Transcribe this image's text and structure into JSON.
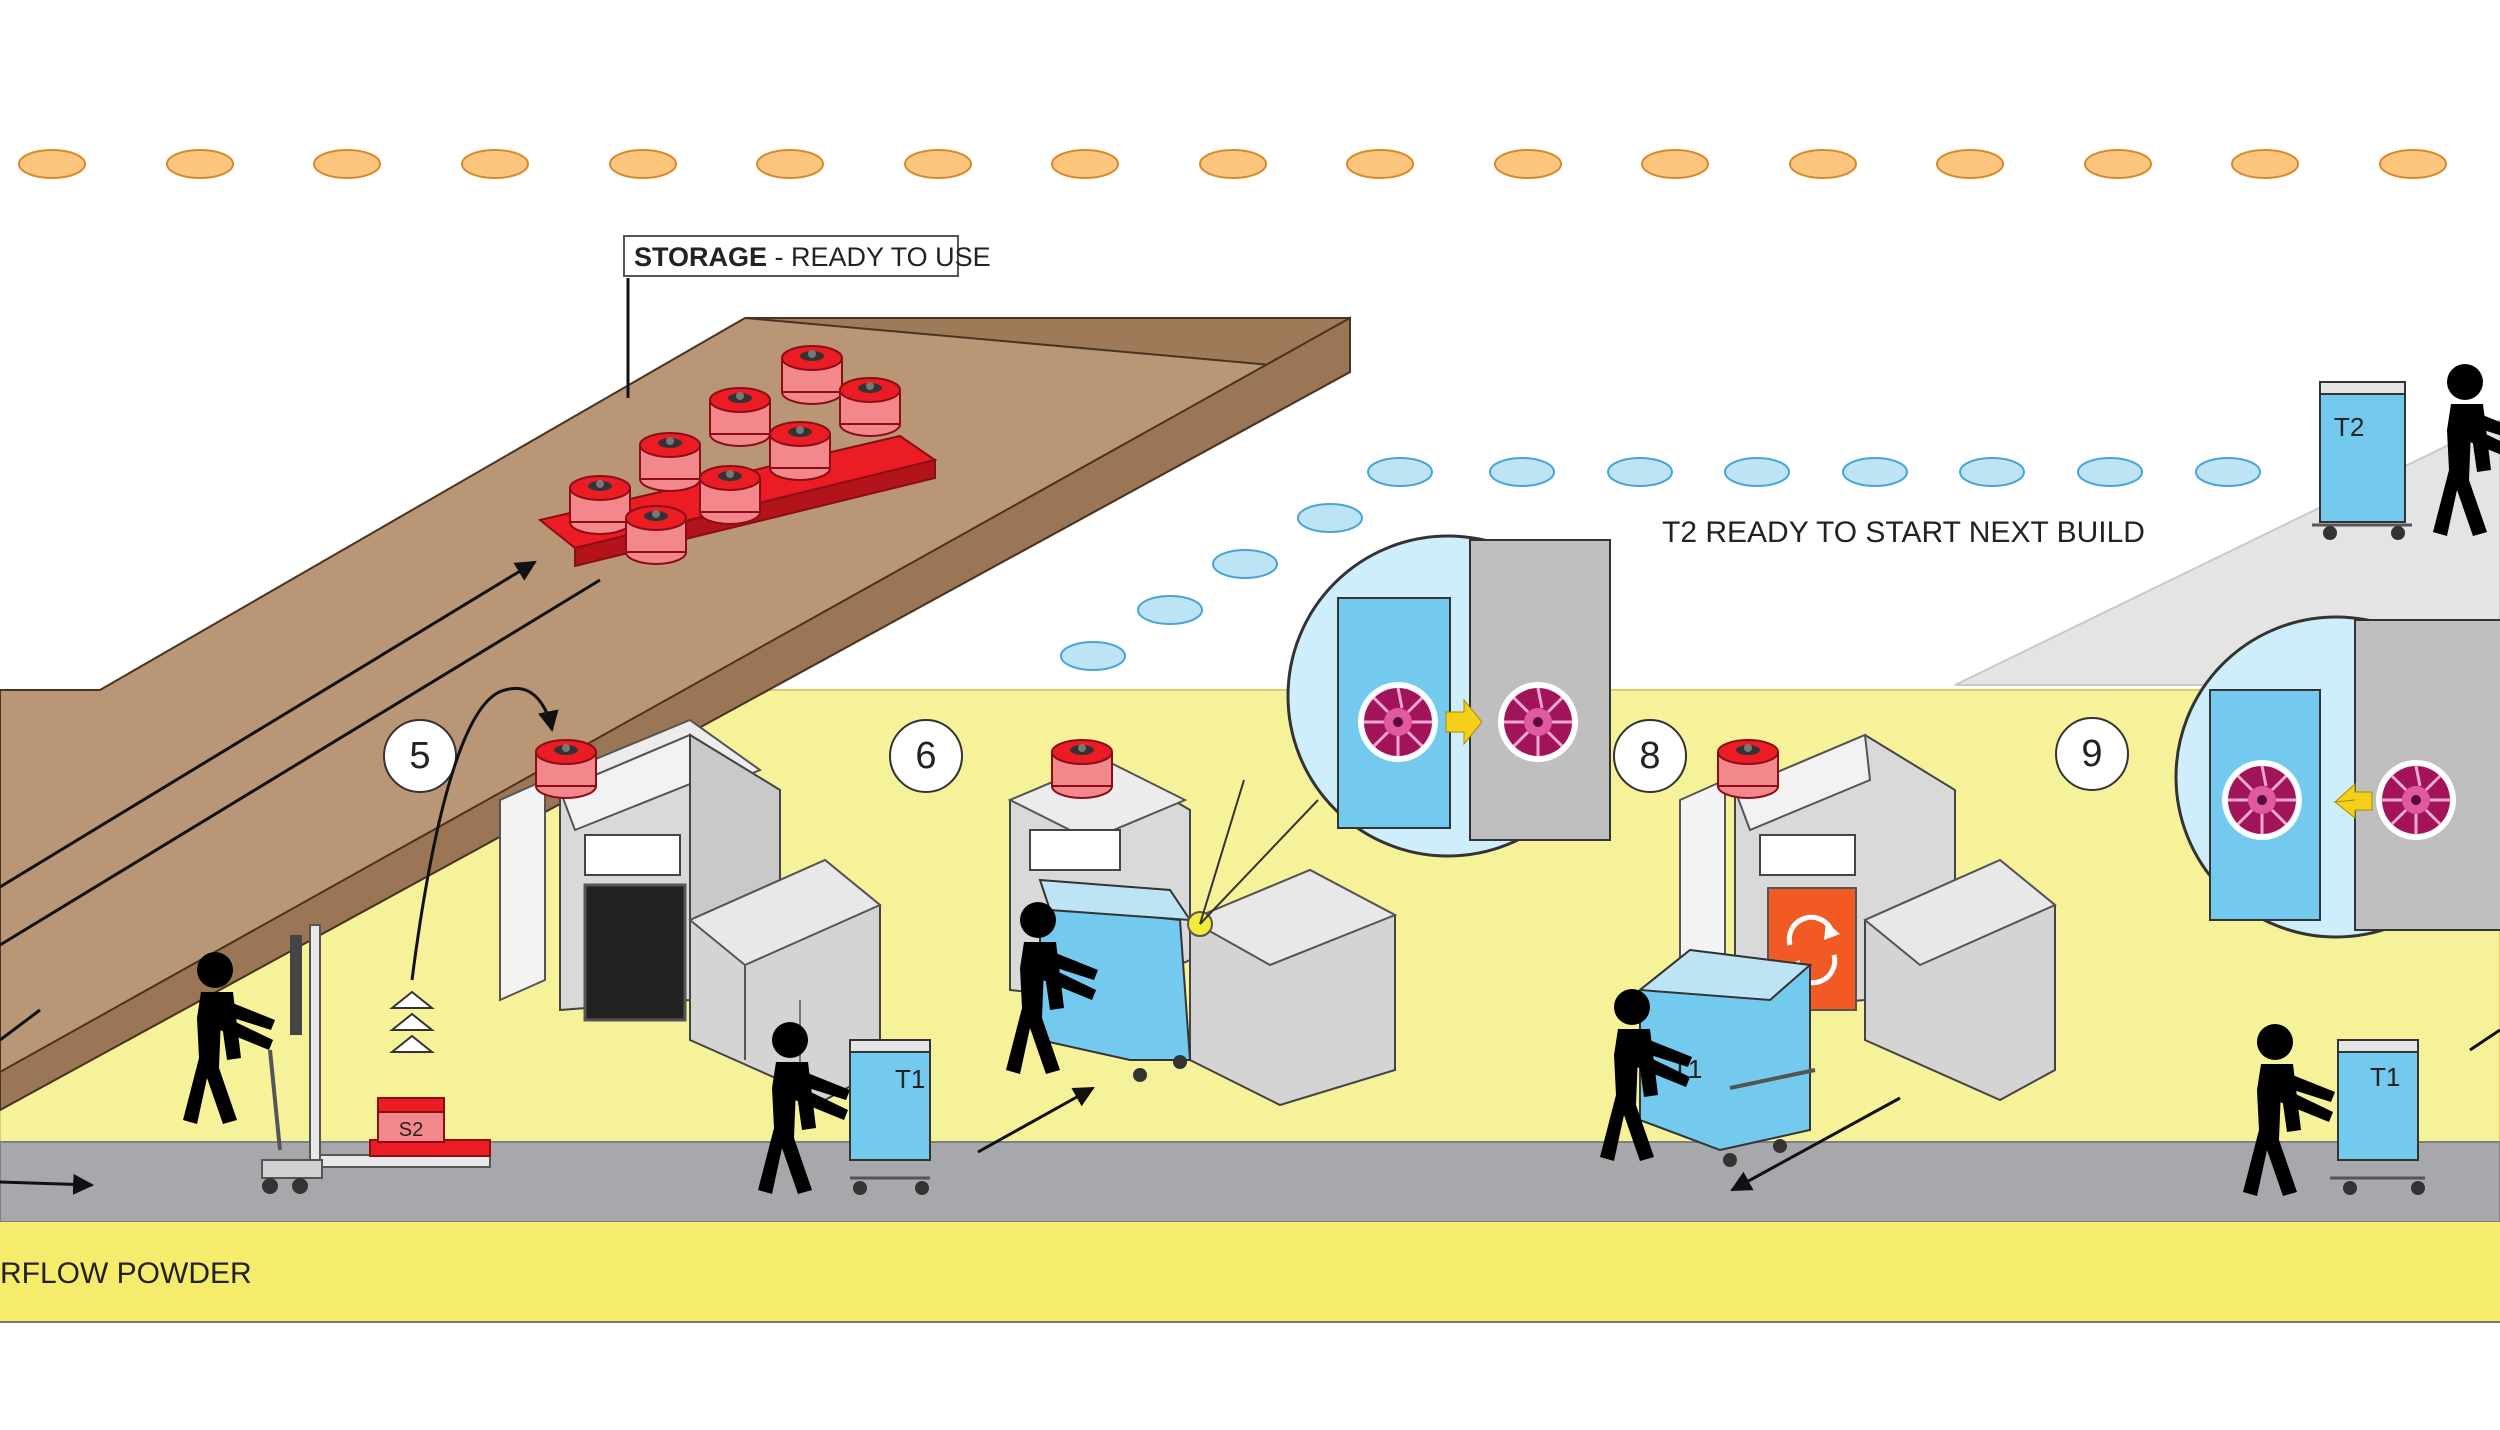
{
  "labels": {
    "storage_bold": "STORAGE",
    "storage_rest": " - READY TO USE",
    "t2_ready": "T2 READY TO START NEXT BUILD",
    "overflow_powder": "RFLOW POWDER",
    "step_5": "5",
    "step_6": "6",
    "step_8": "8",
    "step_9": "9",
    "cart_t1": "T1",
    "cart_t2": "T2",
    "container_s2": "S2"
  },
  "colors": {
    "floor_yellow": "#f6f29a",
    "walkway_grey": "#a7a8ab",
    "overflow_yellow": "#f5ec6b",
    "storage_brown": "#b89676",
    "orange_marker": "#fcc57d",
    "blue_marker": "#bde4f5",
    "cart_blue": "#74c9ee",
    "container_red": "#ec1c24",
    "machine_grey": "#d9d9d9",
    "status_orange": "#f15a24",
    "part_magenta": "#a2145a"
  },
  "icons": [
    "person-icon",
    "lift-truck-icon",
    "arrow-icon",
    "refresh-icon",
    "impeller-icon"
  ]
}
